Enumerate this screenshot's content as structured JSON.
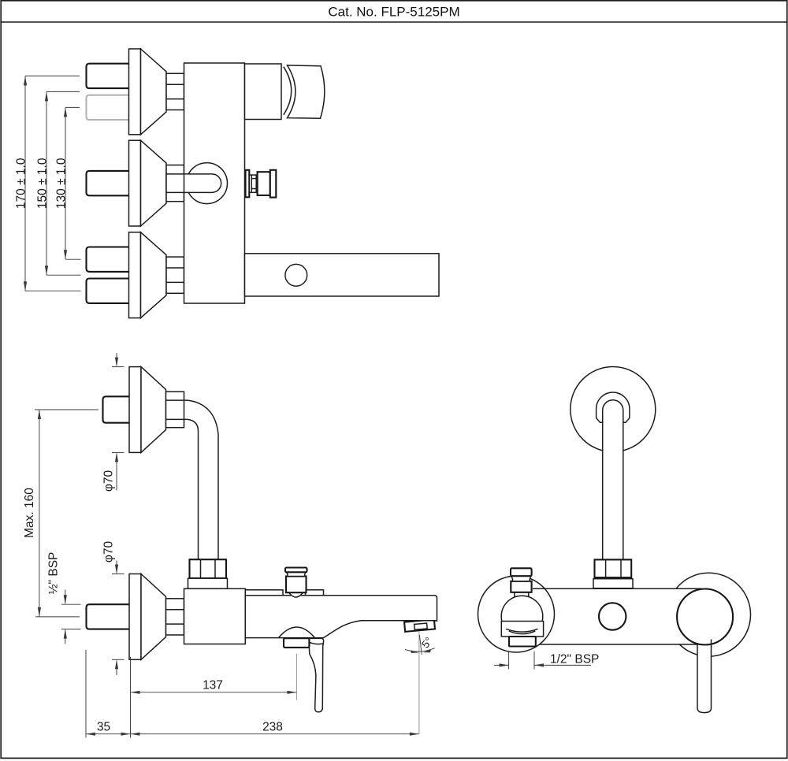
{
  "title": "Cat. No. FLP-5125PM",
  "top_view": {
    "dim_170": "170 ± 1.0",
    "dim_150": "150 ± 1.0",
    "dim_130": "130 ± 1.0"
  },
  "front_view": {
    "dim_max160": "Max. 160",
    "dim_phi70_upper": "φ70",
    "dim_phi70_lower": "φ70",
    "dim_bsp": "½\" BSP",
    "dim_35": "35",
    "dim_137": "137",
    "dim_238": "238",
    "dim_angle": "5°"
  },
  "side_view": {
    "dim_bsp": "1/2\" BSP"
  }
}
